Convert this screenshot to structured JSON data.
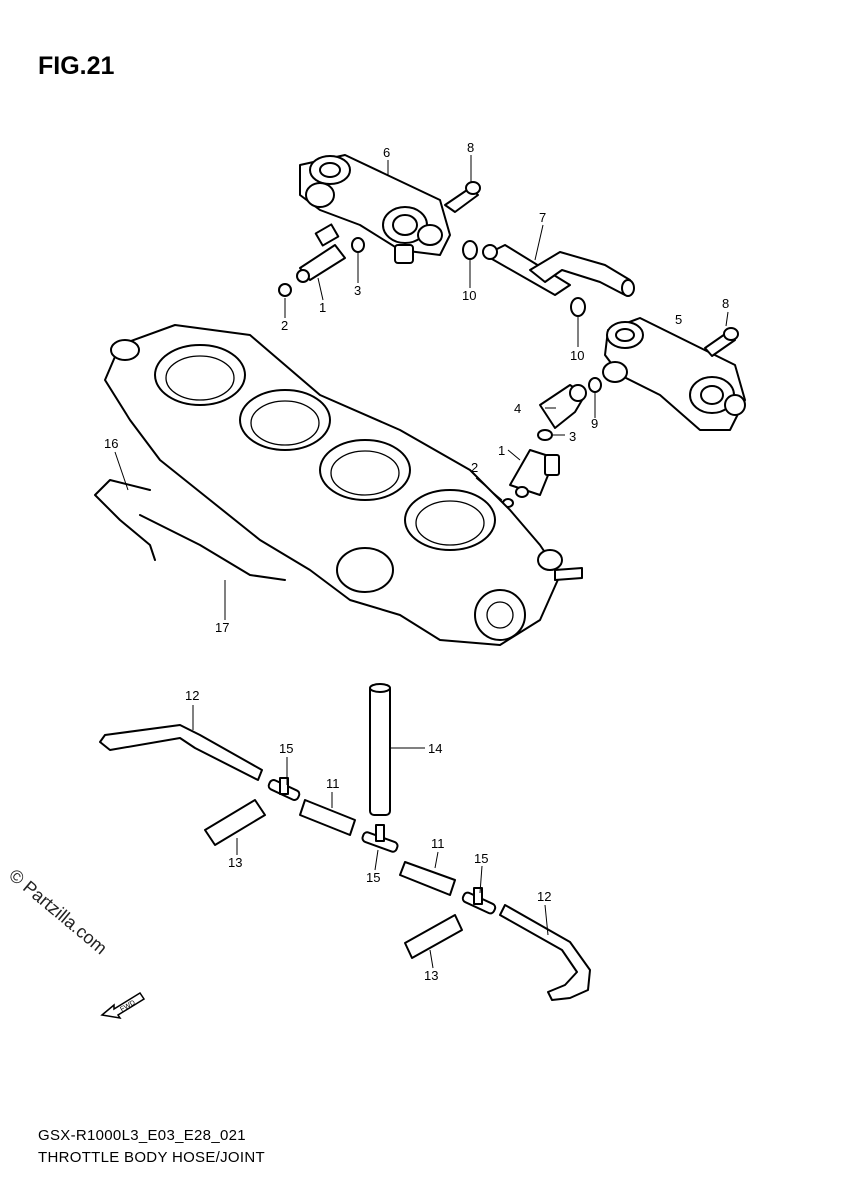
{
  "figure": {
    "title": "FIG.21",
    "code": "GSX-R1000L3_E03_E28_021",
    "caption": "THROTTLE BODY HOSE/JOINT",
    "watermark": "© Partzilla.com",
    "fwd_label": "FWD"
  },
  "callouts": [
    {
      "id": "c6",
      "text": "6"
    },
    {
      "id": "c8a",
      "text": "8"
    },
    {
      "id": "c7",
      "text": "7"
    },
    {
      "id": "c1a",
      "text": "1"
    },
    {
      "id": "c3a",
      "text": "3"
    },
    {
      "id": "c2a",
      "text": "2"
    },
    {
      "id": "c10a",
      "text": "10"
    },
    {
      "id": "c10b",
      "text": "10"
    },
    {
      "id": "c5",
      "text": "5"
    },
    {
      "id": "c8b",
      "text": "8"
    },
    {
      "id": "c4",
      "text": "4"
    },
    {
      "id": "c9",
      "text": "9"
    },
    {
      "id": "c3b",
      "text": "3"
    },
    {
      "id": "c1b",
      "text": "1"
    },
    {
      "id": "c2b",
      "text": "2"
    },
    {
      "id": "c16",
      "text": "16"
    },
    {
      "id": "c17",
      "text": "17"
    },
    {
      "id": "c12a",
      "text": "12"
    },
    {
      "id": "c14",
      "text": "14"
    },
    {
      "id": "c15a",
      "text": "15"
    },
    {
      "id": "c11a",
      "text": "11"
    },
    {
      "id": "c13a",
      "text": "13"
    },
    {
      "id": "c15b",
      "text": "15"
    },
    {
      "id": "c11b",
      "text": "11"
    },
    {
      "id": "c15c",
      "text": "15"
    },
    {
      "id": "c12b",
      "text": "12"
    },
    {
      "id": "c13b",
      "text": "13"
    }
  ]
}
